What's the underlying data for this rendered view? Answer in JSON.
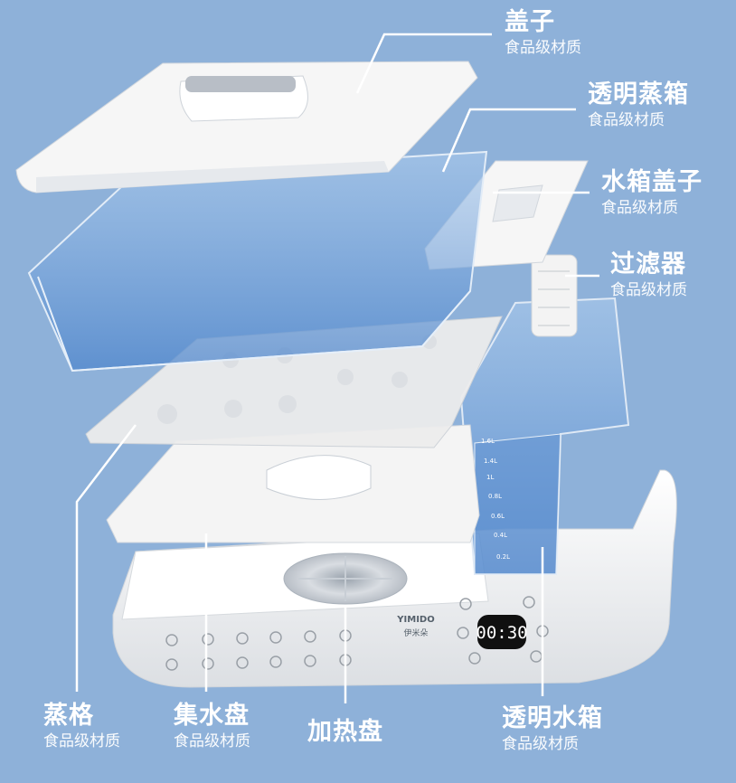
{
  "callouts": {
    "lid": {
      "title": "盖子",
      "sub": "食品级材质"
    },
    "steam_box": {
      "title": "透明蒸箱",
      "sub": "食品级材质"
    },
    "tank_lid": {
      "title": "水箱盖子",
      "sub": "食品级材质"
    },
    "filter": {
      "title": "过滤器",
      "sub": "食品级材质"
    },
    "rack": {
      "title": "蒸格",
      "sub": "食品级材质"
    },
    "drip_tray": {
      "title": "集水盘",
      "sub": "食品级材质"
    },
    "heater": {
      "title": "加热盘"
    },
    "tank": {
      "title": "透明水箱",
      "sub": "食品级材质"
    }
  },
  "device": {
    "brand": "YIMIDO",
    "brand_cn": "伊米朵",
    "timer": "00:30",
    "tank_scale": [
      "1.6L",
      "1.4L",
      "1L",
      "0.8L",
      "0.6L",
      "0.4L",
      "0.2L"
    ]
  },
  "colors": {
    "background": "#8eb1d9",
    "glass": "#6f9fd6",
    "plastic": "#f4f4f4",
    "display": "#101010",
    "text": "#ffffff"
  }
}
